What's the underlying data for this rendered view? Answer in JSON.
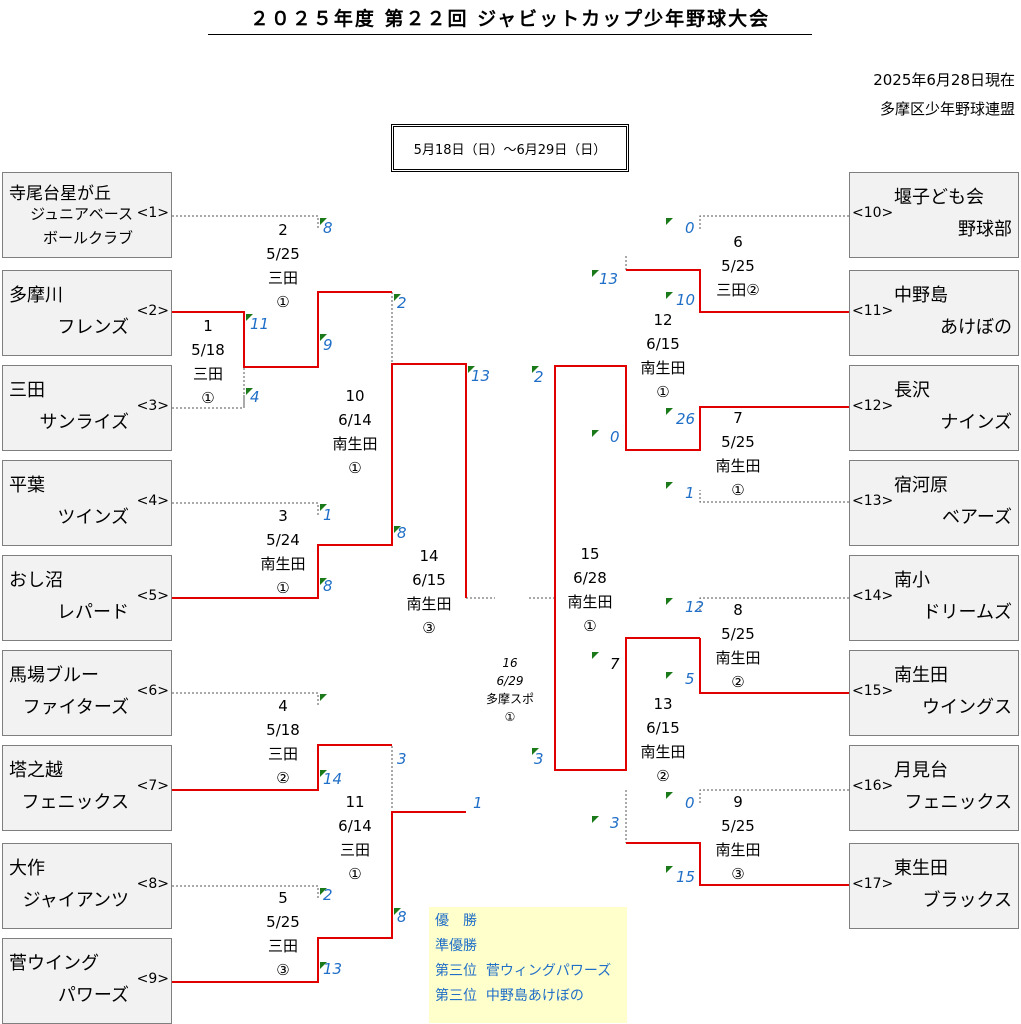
{
  "title": "２０２５年度 第２２回 ジャビットカップ少年野球大会",
  "as_of": "2025年6月28日現在",
  "organizer": "多摩区少年野球連盟",
  "period": "5月18日（日）～6月29日（日）",
  "teams_left": [
    {
      "line1": "寺尾台星が丘",
      "line2": "ジュニアベース",
      "line3": "ボールクラブ",
      "seed": "<1>"
    },
    {
      "line1": "多摩川",
      "line2": "フレンズ",
      "seed": "<2>"
    },
    {
      "line1": "三田",
      "line2": "サンライズ",
      "seed": "<3>"
    },
    {
      "line1": "平葉",
      "line2": "ツインズ",
      "seed": "<4>"
    },
    {
      "line1": "おし沼",
      "line2": "レパード",
      "seed": "<5>"
    },
    {
      "line1": "馬場ブルー",
      "line2": "ファイターズ",
      "seed": "<6>"
    },
    {
      "line1": "塔之越",
      "line2": "フェニックス",
      "seed": "<7>"
    },
    {
      "line1": "大作",
      "line2": "ジャイアンツ",
      "seed": "<8>"
    },
    {
      "line1": "菅ウイング",
      "line2": "パワーズ",
      "seed": "<9>"
    }
  ],
  "teams_right": [
    {
      "line1": "堰子ども会",
      "line2": "野球部",
      "seed": "<10>"
    },
    {
      "line1": "中野島",
      "line2": "あけぼの",
      "seed": "<11>"
    },
    {
      "line1": "長沢",
      "line2": "ナインズ",
      "seed": "<12>"
    },
    {
      "line1": "宿河原",
      "line2": "ベアーズ",
      "seed": "<13>"
    },
    {
      "line1": "南小",
      "line2": "ドリームズ",
      "seed": "<14>"
    },
    {
      "line1": "南生田",
      "line2": "ウイングス",
      "seed": "<15>"
    },
    {
      "line1": "月見台",
      "line2": "フェニックス",
      "seed": "<16>"
    },
    {
      "line1": "東生田",
      "line2": "ブラックス",
      "seed": "<17>"
    }
  ],
  "games": [
    {
      "no": "1",
      "date": "5/18",
      "venue": "三田",
      "field": "①"
    },
    {
      "no": "2",
      "date": "5/25",
      "venue": "三田",
      "field": "①"
    },
    {
      "no": "3",
      "date": "5/24",
      "venue": "南生田",
      "field": "①"
    },
    {
      "no": "4",
      "date": "5/18",
      "venue": "三田",
      "field": "②"
    },
    {
      "no": "5",
      "date": "5/25",
      "venue": "三田",
      "field": "③"
    },
    {
      "no": "6",
      "date": "5/25",
      "venue": "三田②"
    },
    {
      "no": "7",
      "date": "5/25",
      "venue": "南生田",
      "field": "①"
    },
    {
      "no": "8",
      "date": "5/25",
      "venue": "南生田",
      "field": "②"
    },
    {
      "no": "9",
      "date": "5/25",
      "venue": "南生田",
      "field": "③"
    },
    {
      "no": "10",
      "date": "6/14",
      "venue": "南生田",
      "field": "①"
    },
    {
      "no": "11",
      "date": "6/14",
      "venue": "三田",
      "field": "①"
    },
    {
      "no": "12",
      "date": "6/15",
      "venue": "南生田",
      "field": "①"
    },
    {
      "no": "13",
      "date": "6/15",
      "venue": "南生田",
      "field": "②"
    },
    {
      "no": "14",
      "date": "6/15",
      "venue": "南生田",
      "field": "③"
    },
    {
      "no": "15",
      "date": "6/28",
      "venue": "南生田",
      "field": "①"
    }
  ],
  "final_game": {
    "no": "16",
    "date": "6/29",
    "venue": "多摩スポ",
    "field": "①"
  },
  "scores": [
    "8",
    "11",
    "4",
    "9",
    "2",
    "1",
    "8",
    "8",
    "14",
    "3",
    "2",
    "13",
    "8",
    "13",
    "1",
    "2",
    "0",
    "10",
    "13",
    "26",
    "0",
    "1",
    "12",
    "5",
    "7",
    "0",
    "15",
    "3",
    "3"
  ],
  "results": {
    "winner_label": "優　勝",
    "runner_up_label": "準優勝",
    "third1_label": "第三位",
    "third1_team": "菅ウィングパワーズ",
    "third2_label": "第三位",
    "third2_team": "中野島あけぼの"
  },
  "colors": {
    "winner_line": "#e00000",
    "score_text": "#1f6ec7",
    "box_fill": "#f2f2f2",
    "results_fill": "#ffffcc"
  }
}
